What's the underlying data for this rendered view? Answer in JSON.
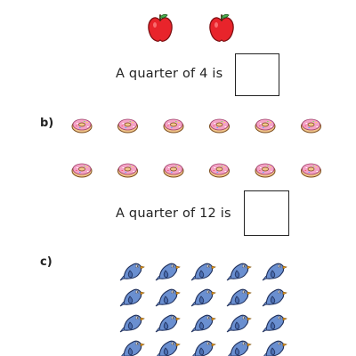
{
  "question_a": {
    "sentence": "A quarter of 4 is",
    "apple_count": 2
  },
  "question_b": {
    "label": "b)",
    "sentence": "A quarter of 12 is",
    "rows": 2,
    "donuts_per_row": 6
  },
  "question_c": {
    "label": "c)",
    "rows_visible": 4,
    "birds_per_row": 5
  },
  "icons": {
    "apple": "apple-icon",
    "donut": "donut-icon",
    "bird": "bird-icon"
  },
  "colors": {
    "apple_red": "#e8242b",
    "donut_pink": "#f4a3c6",
    "donut_base": "#f2c78c",
    "bird_blue": "#6a8fd0"
  }
}
